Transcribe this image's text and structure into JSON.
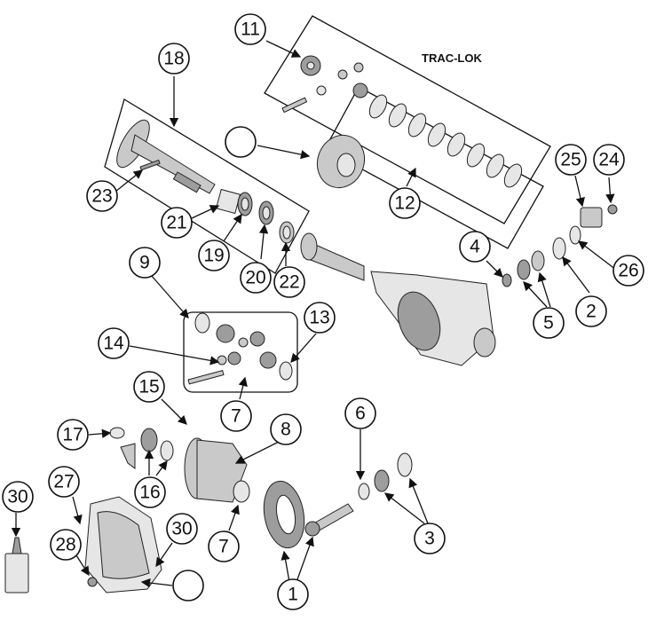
{
  "diagram": {
    "box_title": "TRAC-LOK",
    "callouts": [
      "11",
      "18",
      "23",
      "21",
      "19",
      "20",
      "22",
      "12",
      "25",
      "24",
      "4",
      "26",
      "2",
      "5",
      "9",
      "13",
      "14",
      "15",
      "7",
      "8",
      "6",
      "17",
      "16",
      "27",
      "3",
      "30",
      "28",
      "1"
    ]
  }
}
